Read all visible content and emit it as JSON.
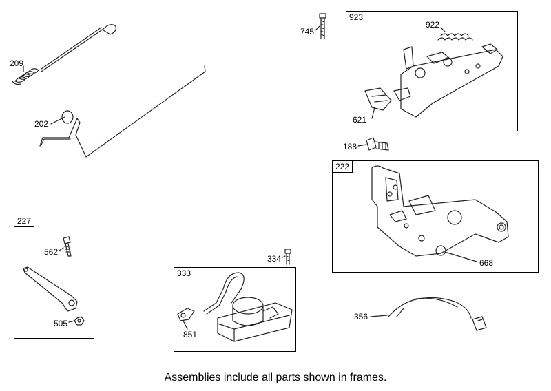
{
  "caption": "Assemblies include all parts shown in frames.",
  "parts": {
    "p209": "209",
    "p202": "202",
    "p745": "745",
    "p922": "922",
    "p621": "621",
    "p188": "188",
    "p668": "668",
    "p562": "562",
    "p505": "505",
    "p334": "334",
    "p851": "851",
    "p356": "356"
  },
  "frames": {
    "f923": "923",
    "f222": "222",
    "f227": "227",
    "f333": "333"
  }
}
